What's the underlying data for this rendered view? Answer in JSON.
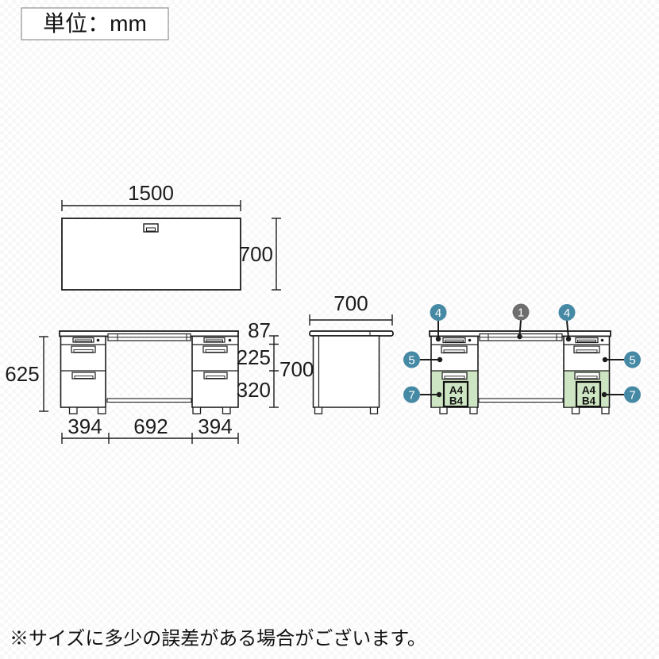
{
  "unit_box": {
    "label": "単位：mm"
  },
  "footnote": "※サイズに多少の誤差がある場合がございます。",
  "colors": {
    "line": "#1c1c1c",
    "callout_blue": "#4689a5",
    "callout_gray": "#6e6e6e",
    "drawer_highlight_green": "#cde5c2"
  },
  "top_view": {
    "width_mm": "1500",
    "depth_mm": "700"
  },
  "front_view": {
    "pedestal_height_mm": "625",
    "apron_height_mm": "87",
    "upper_drawers_height_mm": "225",
    "bottom_drawer_height_mm": "320",
    "overall_height_mm": "700",
    "left_pedestal_width_mm": "394",
    "knee_space_width_mm": "692",
    "right_pedestal_width_mm": "394"
  },
  "side_view": {
    "depth_mm": "700"
  },
  "callout_view": {
    "callout_1": "1",
    "callout_4": "4",
    "callout_5": "5",
    "callout_7": "7",
    "paper_sizes": {
      "a4": "A4",
      "b4": "B4"
    }
  }
}
